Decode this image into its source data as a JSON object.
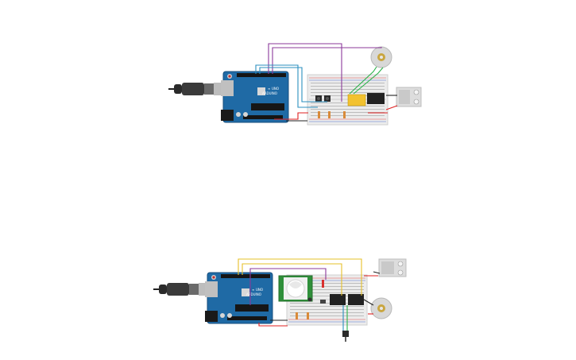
{
  "circuits": [
    {
      "id": "top",
      "board_logo": "∞",
      "board_label": "UNO",
      "board_sub": "ARDUINO",
      "components": [
        "usb-cable",
        "arduino-uno",
        "breadboard",
        "push-button",
        "push-button",
        "relay",
        "dc-motor",
        "power-socket"
      ],
      "wire_colors": [
        "#8b3a9a",
        "#2b8fbf",
        "#2bb34a",
        "#e02020",
        "#222222"
      ]
    },
    {
      "id": "bottom",
      "board_logo": "∞",
      "board_label": "UNO",
      "board_sub": "ARDUINO",
      "components": [
        "usb-cable",
        "arduino-uno",
        "breadboard",
        "pir-sensor",
        "relay",
        "relay",
        "dc-motor",
        "power-socket",
        "probe"
      ],
      "wire_colors": [
        "#e6c02a",
        "#8b3a9a",
        "#2b8fbf",
        "#e02020",
        "#222222"
      ]
    }
  ],
  "colors": {
    "board": "#1f6aa5",
    "board_dark": "#184f7d",
    "breadboard": "#ececec",
    "rail_red": "#e05050",
    "rail_blue": "#5070d0",
    "pir": "#2f8f3a",
    "relay": "#222222",
    "motor": "#d8d8d8",
    "socket": "#dddddd"
  }
}
